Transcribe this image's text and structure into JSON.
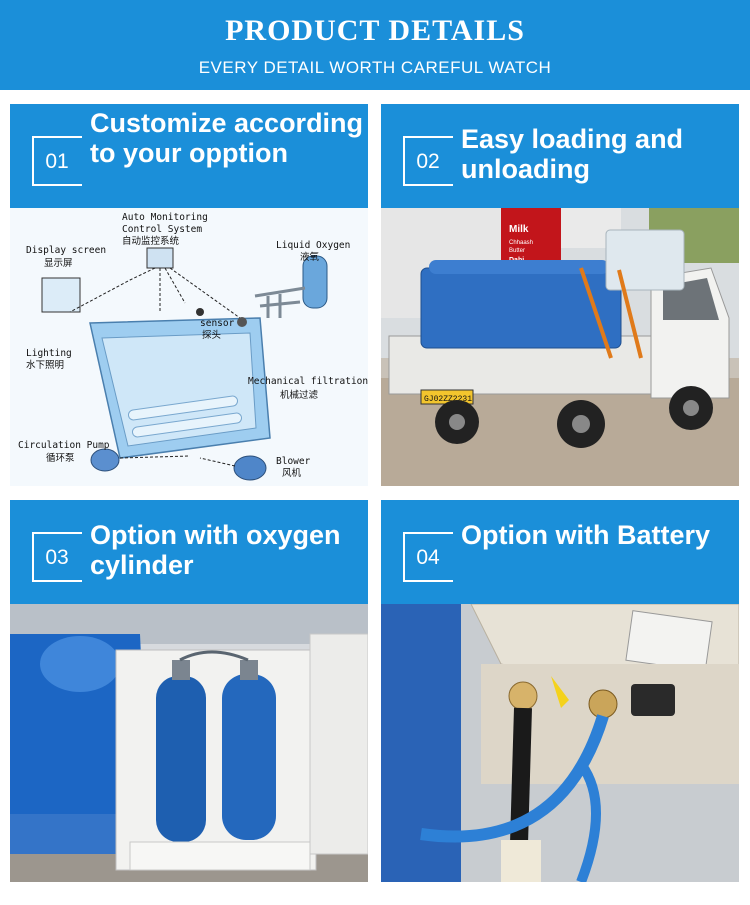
{
  "header": {
    "title": "PRODUCT DETAILS",
    "subtitle": "EVERY DETAIL WORTH CAREFUL WATCH"
  },
  "panels": [
    {
      "number": "01",
      "title": "Customize according to your opption"
    },
    {
      "number": "02",
      "title": "Easy loading and unloading"
    },
    {
      "number": "03",
      "title": "Option with oxygen cylinder"
    },
    {
      "number": "04",
      "title": "Option with Battery"
    }
  ],
  "diagram": {
    "auto_monitoring": "Auto Monitoring",
    "control_system": "Control System",
    "control_system_cn": "自动监控系统",
    "display_screen": "Display screen",
    "display_screen_cn": "显示屏",
    "liquid_oxygen": "Liquid Oxygen",
    "liquid_oxygen_cn": "液氧",
    "sensor": "sensor",
    "sensor_cn": "探头",
    "lighting": "Lighting",
    "lighting_cn": "水下照明",
    "mechanical_filtration": "Mechanical filtration",
    "mechanical_filtration_cn": "机械过滤",
    "circulation_pump": "Circulation Pump",
    "circulation_pump_cn": "循环泵",
    "blower": "Blower",
    "blower_cn": "风机"
  },
  "photos": {
    "truck_sign_1": "Milk",
    "truck_sign_2": "Chhaash",
    "truck_sign_3": "Butter",
    "truck_sign_4": "Dahi",
    "plate": "GJ02ZZ2231"
  },
  "colors": {
    "accent": "#1b8fd9",
    "tank_blue": "#2f6fc2"
  }
}
